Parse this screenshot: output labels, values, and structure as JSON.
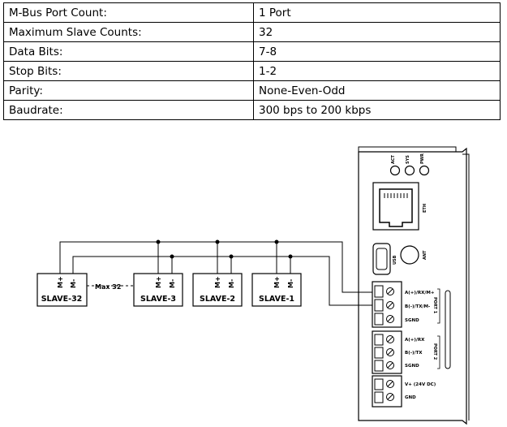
{
  "spec_table": {
    "rows": [
      {
        "label": "M-Bus Port Count:",
        "value": "1 Port"
      },
      {
        "label": "Maximum Slave Counts:",
        "value": "32"
      },
      {
        "label": "Data Bits:",
        "value": "7-8"
      },
      {
        "label": "Stop Bits:",
        "value": "1-2"
      },
      {
        "label": "Parity:",
        "value": "None-Even-Odd"
      },
      {
        "label": "Baudrate:",
        "value": "300 bps to 200 kbps"
      }
    ]
  },
  "diagram": {
    "leds": [
      "ACT",
      "SYS",
      "PWR"
    ],
    "eth_label": "ETH",
    "usb_label": "USB",
    "ant_label": "ANT",
    "max_label": "Max 32",
    "slaves": [
      {
        "name": "SLAVE-32",
        "plus": "M+",
        "minus": "M-"
      },
      {
        "name": "SLAVE-3",
        "plus": "M+",
        "minus": "M-"
      },
      {
        "name": "SLAVE-2",
        "plus": "M+",
        "minus": "M-"
      },
      {
        "name": "SLAVE-1",
        "plus": "M+",
        "minus": "M-"
      }
    ],
    "port1": {
      "label": "PORT 1",
      "pins": [
        "A(+)/RX/M+",
        "B(-)/TX/M-",
        "SGND"
      ]
    },
    "port2": {
      "label": "PORT 2",
      "pins": [
        "A(+)/RX",
        "B(-)/TX",
        "SGND"
      ]
    },
    "power": {
      "pins": [
        "V+ (24V DC)",
        "GND"
      ]
    }
  }
}
